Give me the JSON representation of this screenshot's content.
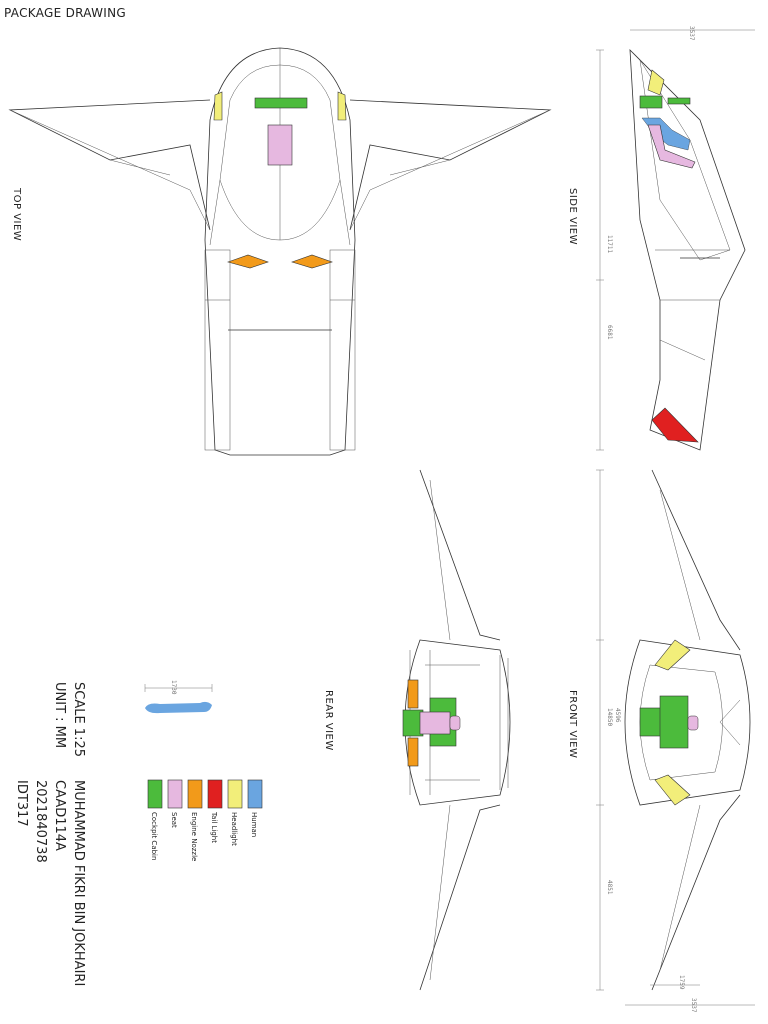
{
  "page_title": "PACKAGE DRAWING",
  "views": {
    "top": "TOP VIEW",
    "side": "SIDE VIEW",
    "rear": "REAR VIEW",
    "front": "FRONT VIEW"
  },
  "dimensions": {
    "side_total": "3537",
    "side_upper": "11711",
    "side_lower": "6681",
    "front_mid": "4596",
    "front_span": "14850",
    "front_side": "4851",
    "front_bottom": "1759",
    "front_total": "3537",
    "human_height": "1730"
  },
  "legend": [
    {
      "label": "Human",
      "color": "#6aa5e0"
    },
    {
      "label": "Headlight",
      "color": "#f2ee7a"
    },
    {
      "label": "Tail Light",
      "color": "#e02020"
    },
    {
      "label": "Engine Nozzle",
      "color": "#f29a1a"
    },
    {
      "label": "Seat",
      "color": "#e6b8e0"
    },
    {
      "label": "Cockpit Cabin",
      "color": "#4cbb3c"
    }
  ],
  "info": {
    "scale": "SCALE 1:25",
    "unit": "UNIT : MM",
    "name": "MUHAMMAD FIKRI BIN JOKHAIRI",
    "code": "CAAD114A",
    "id": "2021840738",
    "group": "IDT317"
  }
}
